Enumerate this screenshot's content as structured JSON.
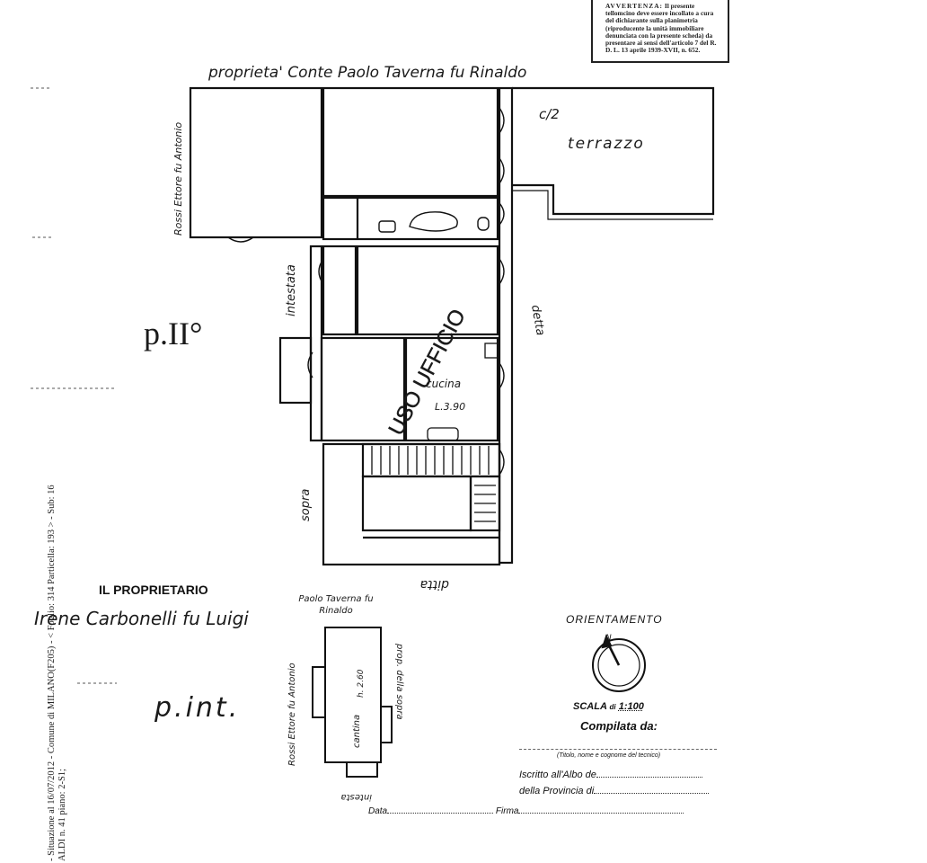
{
  "warning": {
    "title": "AVVERTENZA:",
    "text": "Il presente tellomcino deve essere incollato a cura del dichiarante sulla planimetria (riproducente la unità immobiliare denunciata con la presente scheda) da presentare ai sensi dell'articolo 7 del R. D. L. 13 aprile 1939-XVII, n. 652."
  },
  "neighbors": {
    "top": "proprieta' Conte Paolo Taverna fu Rinaldo",
    "left": "Rossi Ettore fu Antonio",
    "middle_left": "intestata",
    "middle_right": "detta",
    "bottom_left": "sopra",
    "bottom": "ditta"
  },
  "rooms": {
    "terrace": "terrazzo",
    "terrace_mark": "c/2",
    "kitchen": "cucina",
    "kitchen_height": "L.3.90",
    "stamp": "USO UFFICIO"
  },
  "floor_labels": {
    "main": "p.II°",
    "interior": "p.int."
  },
  "owner": {
    "heading": "IL PROPRIETARIO",
    "signature": "Irene Carbonelli fu Luigi"
  },
  "cellar": {
    "top": "Paolo Taverna fu Rinaldo",
    "left": "Rossi Ettore fu Antonio",
    "right": "prop. della sopra",
    "bottom": "intesta",
    "room": "cantina",
    "height": "h. 2.60"
  },
  "compass": {
    "heading": "ORIENTAMENTO",
    "north": "N"
  },
  "scale": {
    "label": "SCALA",
    "prefix": "di",
    "value": "1:100"
  },
  "form": {
    "compiled_by": "Compilata da:",
    "technician_caption": "(Titolo, nome e cognome del tecnico)",
    "register_line": "Iscritto all'Albo de",
    "province_line": "della Provincia di",
    "date_label": "Data",
    "signature_label": "Firma"
  },
  "side_stamp": {
    "line1": "- Situazione al 16/07/2012 - Comune di MILANO(F205) - < Foglio: 314 Particella: 193 > - Sub: 16",
    "line2": "ALDI n. 41 piano: 2-S1;"
  }
}
